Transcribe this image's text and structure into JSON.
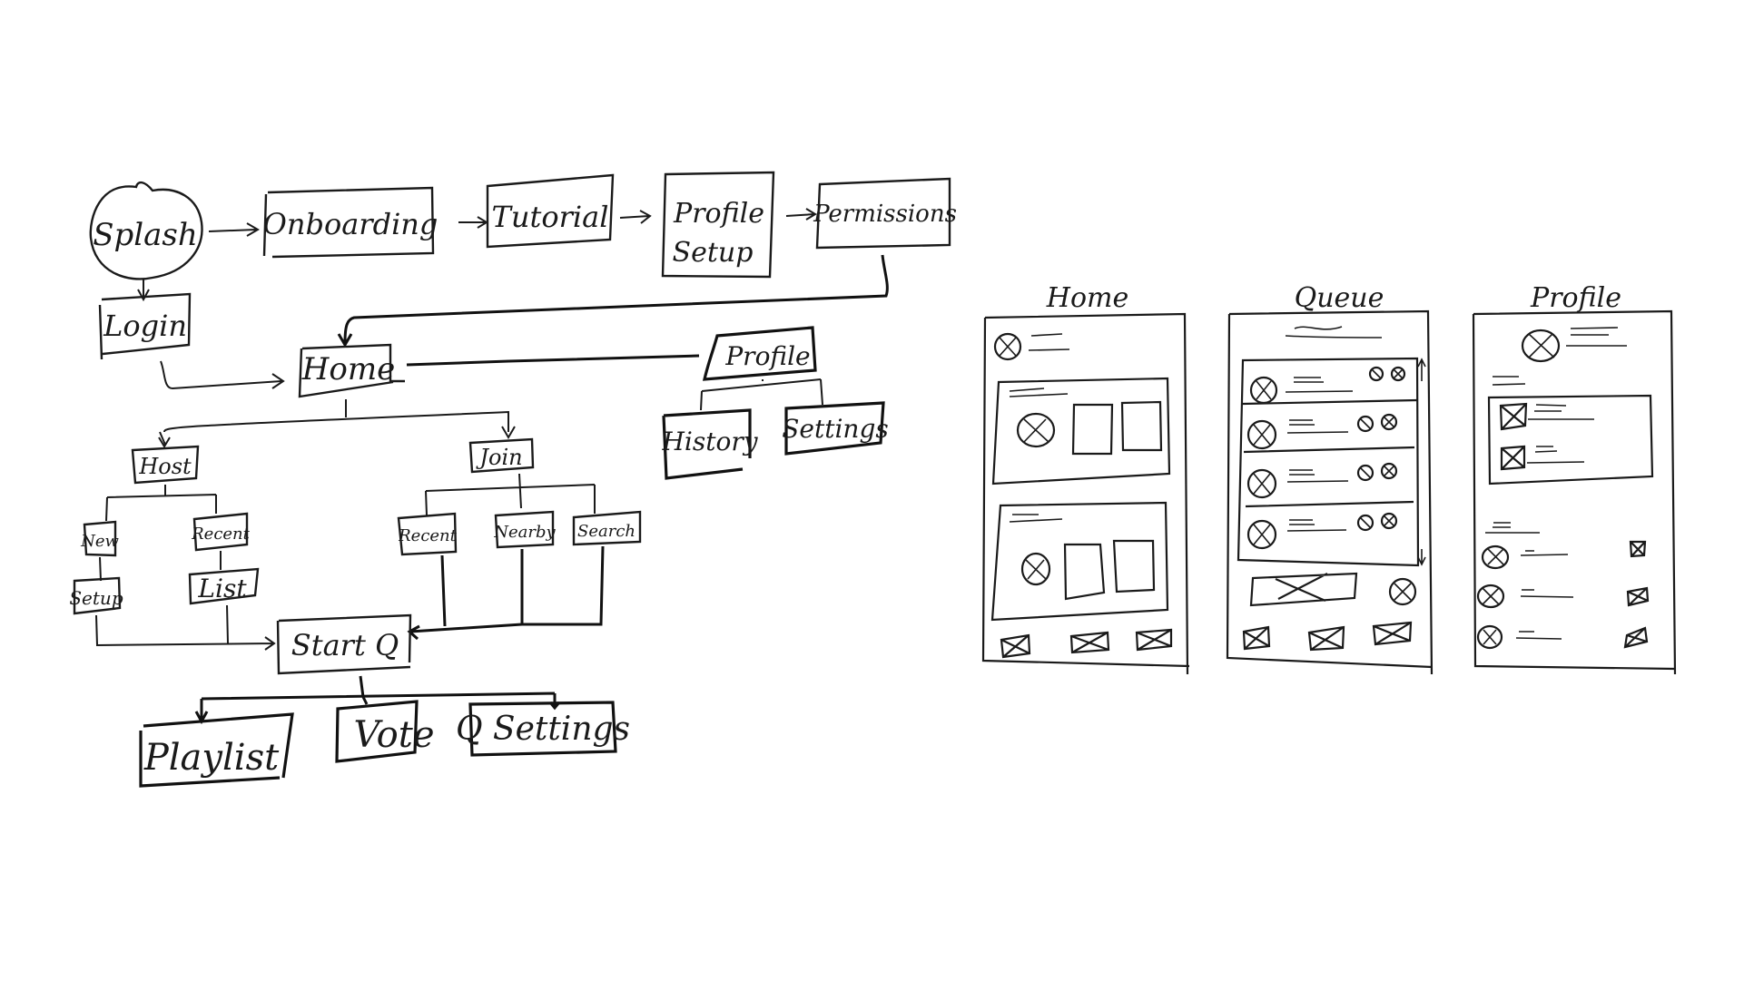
{
  "flowchart": {
    "onboarding_flow": {
      "splash": "Splash",
      "onboarding": "Onboarding",
      "tutorial": "Tutorial",
      "profile_setup_line1": "Profile",
      "profile_setup_line2": "Setup",
      "permissions": "Permissions",
      "login": "Login"
    },
    "home": "Home",
    "profile_branch": {
      "profile": "Profile",
      "history": "History",
      "settings": "Settings"
    },
    "host_branch": {
      "host": "Host",
      "new": "New",
      "recent": "Recent",
      "setup": "Setup",
      "list": "List"
    },
    "join_branch": {
      "join": "Join",
      "recent": "Recent",
      "nearby": "Nearby",
      "search": "Search"
    },
    "start_q": "Start Q",
    "queue_branch": {
      "playlist": "Playlist",
      "vote": "Vote",
      "q_settings": "Q Settings"
    }
  },
  "wireframes": {
    "home": {
      "title": "Home"
    },
    "queue": {
      "title": "Queue"
    },
    "profile": {
      "title": "Profile"
    }
  },
  "colors": {
    "ink": "#1a1a1a",
    "paper": "#ffffff"
  }
}
